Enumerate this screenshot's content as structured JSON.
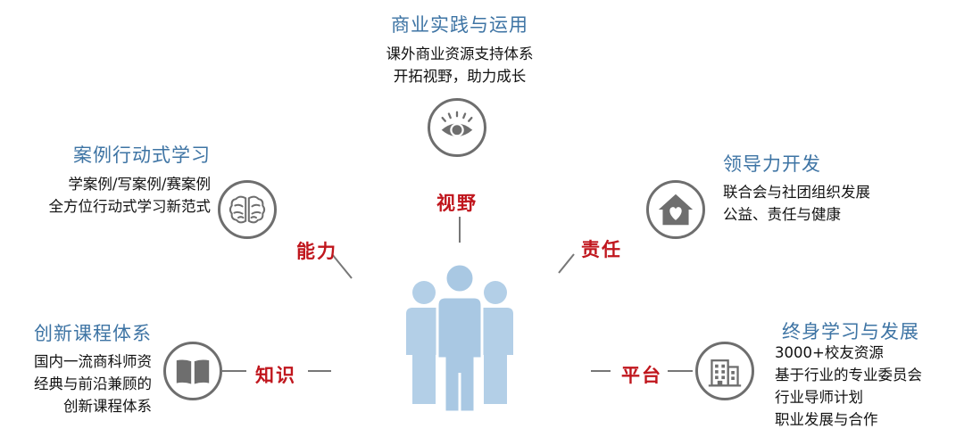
{
  "vision": {
    "title": "商业实践与运用",
    "lines": [
      "课外商业资源支持体系",
      "开拓视野，助力成长"
    ],
    "keyword": "视野",
    "icon": "eye-icon"
  },
  "ability": {
    "title": "案例行动式学习",
    "lines": [
      "学案例/写案例/赛案例",
      "全方位行动式学习新范式"
    ],
    "keyword": "能力",
    "icon": "brain-icon"
  },
  "responsibility": {
    "title": "领导力开发",
    "lines": [
      "联合会与社团组织发展",
      "公益、责任与健康"
    ],
    "keyword": "责任",
    "icon": "house-heart-icon"
  },
  "knowledge": {
    "title": "创新课程体系",
    "lines": [
      "国内一流商科师资",
      "经典与前沿兼顾的",
      "创新课程体系"
    ],
    "keyword": "知识",
    "icon": "book-icon"
  },
  "platform": {
    "title": "终身学习与发展",
    "lines": [
      "3000+校友资源",
      "基于行业的专业委员会",
      "行业导师计划",
      "职业发展与合作"
    ],
    "keyword": "平台",
    "icon": "building-icon"
  },
  "center": {
    "icon": "people-group-icon"
  },
  "colors": {
    "title": "#3e74a4",
    "keyword": "#c0161d",
    "icon_gray": "#6e6e6e",
    "people_blue": "#b3cfe7"
  }
}
